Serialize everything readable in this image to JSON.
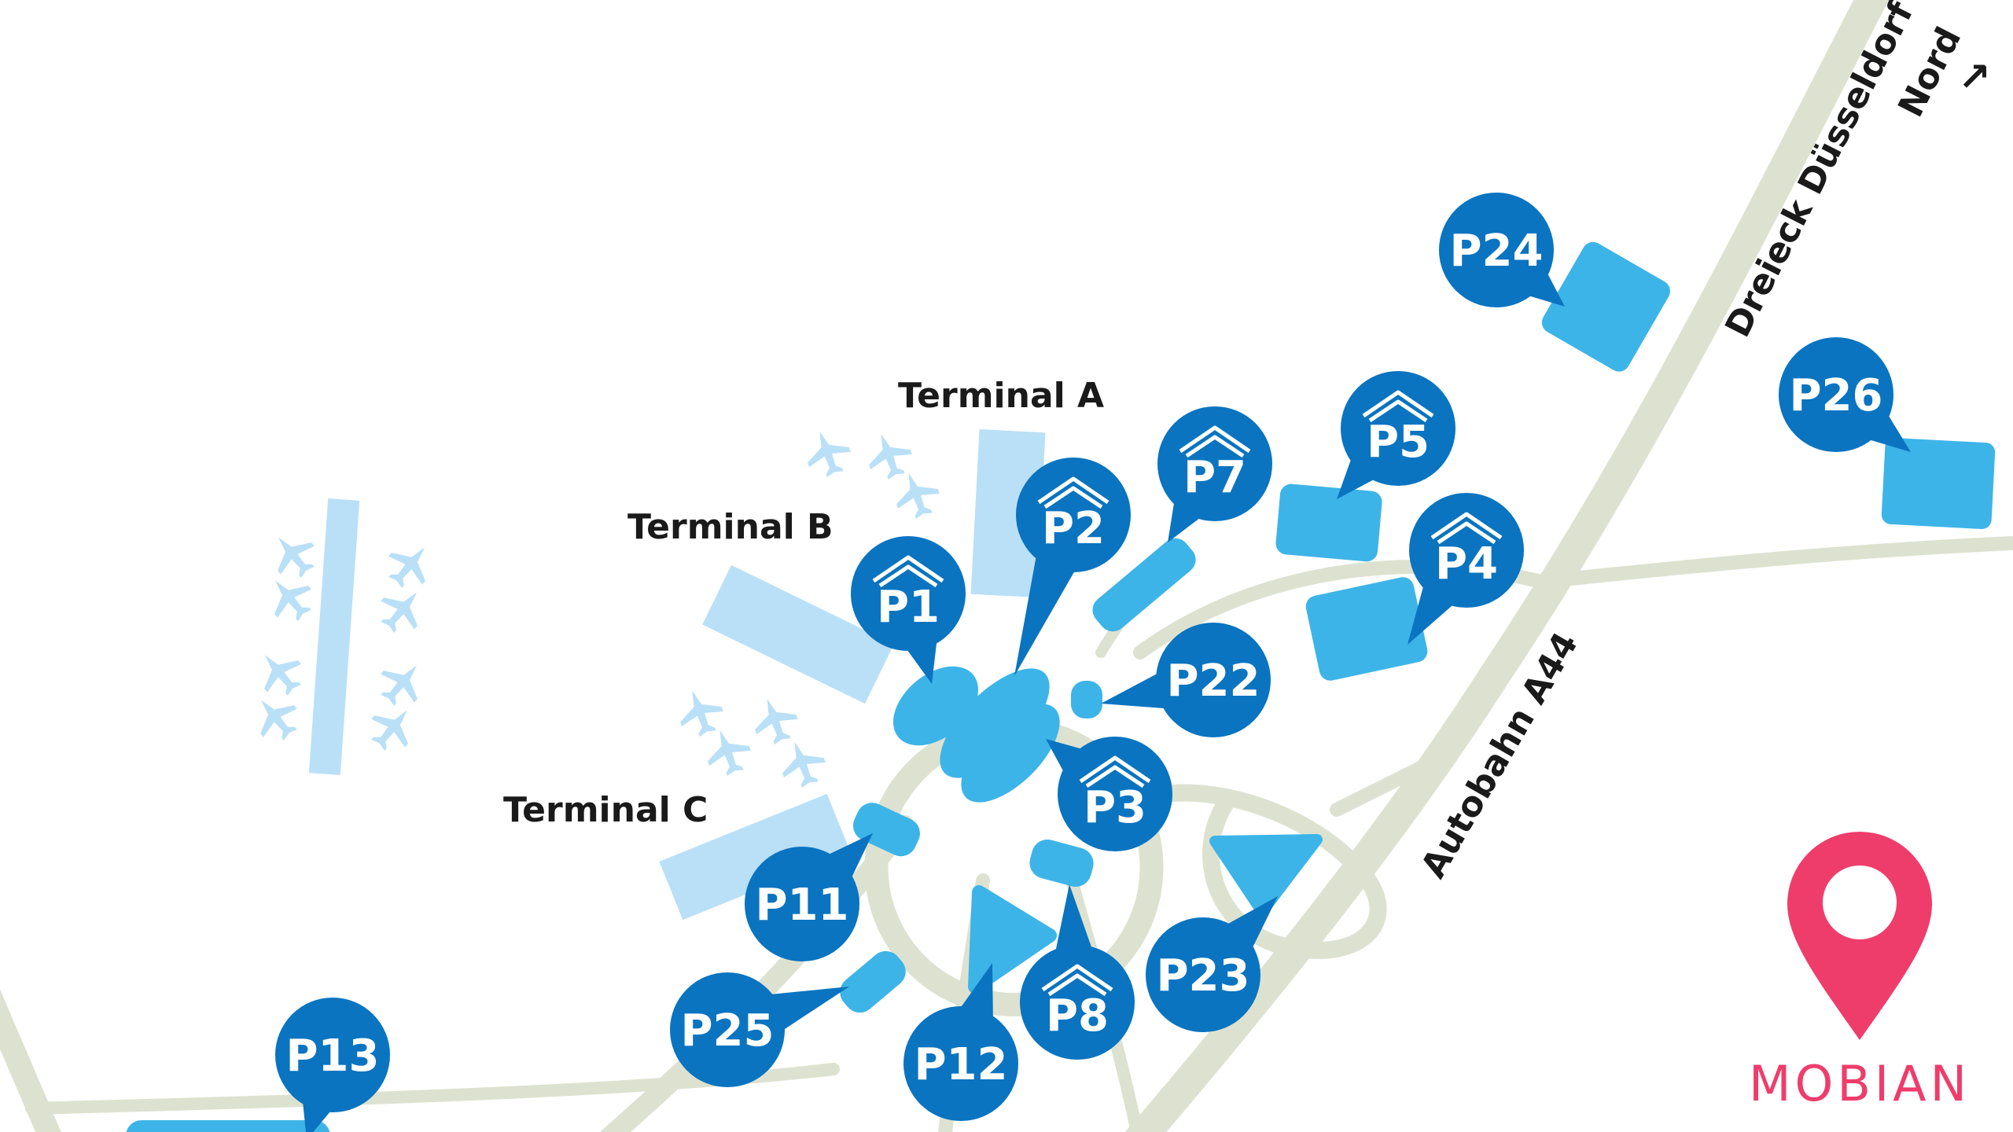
{
  "map": {
    "terminals": {
      "a": "Terminal A",
      "b": "Terminal B",
      "c": "Terminal C"
    },
    "roads": {
      "autobahn": "Autobahn A44",
      "dreieck_line1": "Dreieck Düsseldorf",
      "dreieck_line2": "Nord",
      "arrow": "↗"
    },
    "parking": {
      "p1": "P1",
      "p2": "P2",
      "p3": "P3",
      "p4": "P4",
      "p5": "P5",
      "p7": "P7",
      "p8": "P8",
      "p11": "P11",
      "p12": "P12",
      "p13": "P13",
      "p22": "P22",
      "p23": "P23",
      "p24": "P24",
      "p25": "P25",
      "p26": "P26"
    },
    "colors": {
      "pin": "#0a74c0",
      "lot": "#3db4e8",
      "terminal": "#b9e0f7",
      "road": "#dde2d0",
      "brand": "#ef3d6b"
    }
  },
  "brand": {
    "name": "MOBIAN",
    "icon": "location-pin-icon"
  }
}
